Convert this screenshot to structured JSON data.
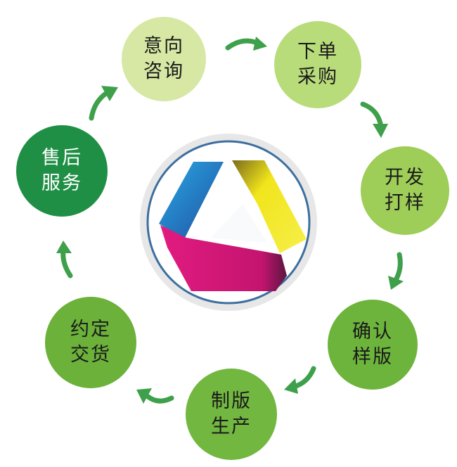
{
  "steps": [
    {
      "line1": "意向",
      "line2": "咨询"
    },
    {
      "line1": "下单",
      "line2": "采购"
    },
    {
      "line1": "开发",
      "line2": "打样"
    },
    {
      "line1": "确认",
      "line2": "样版"
    },
    {
      "line1": "制版",
      "line2": "生产"
    },
    {
      "line1": "约定",
      "line2": "交货"
    },
    {
      "line1": "售后",
      "line2": "服务"
    }
  ],
  "colors": {
    "step_fills": [
      "#d6e8a4",
      "#b9dc7b",
      "#9ecd58",
      "#6db43c",
      "#72b740",
      "#6bb13a",
      "#1f8f45"
    ],
    "arrow": "#3ea04a",
    "ring_outer": "#e4e4e4",
    "ring_inner": "#3c6fa0",
    "logo_cyan": "#1aa7e0",
    "logo_yellow": "#f1e41a",
    "logo_magenta": "#e0197e"
  }
}
